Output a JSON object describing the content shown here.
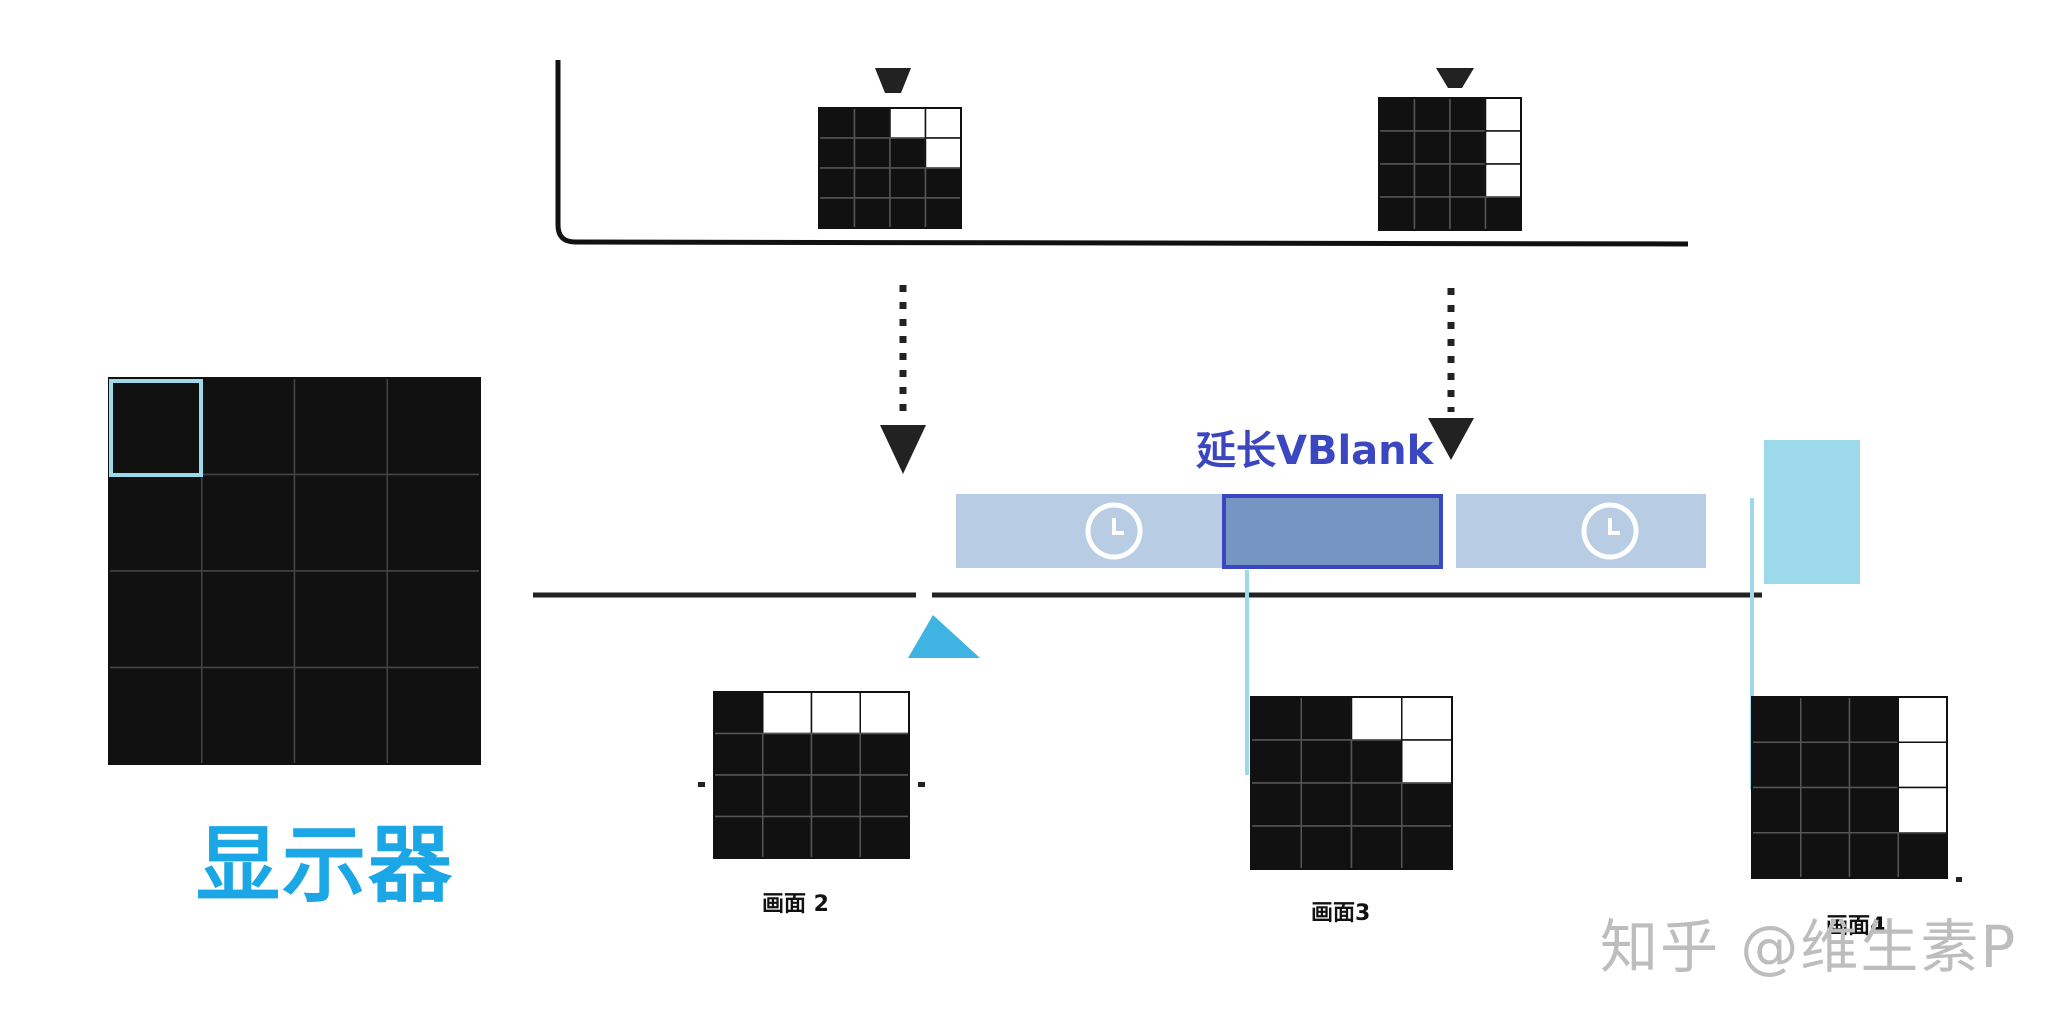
{
  "monitor": {
    "label": "显示器"
  },
  "vblank": {
    "label": "延长VBlank"
  },
  "frames": [
    {
      "label": "画面 2",
      "white_cells": [
        [
          0,
          1
        ],
        [
          0,
          2
        ],
        [
          0,
          3
        ]
      ]
    },
    {
      "label": "画面3",
      "white_cells": [
        [
          0,
          2
        ],
        [
          0,
          3
        ],
        [
          1,
          3
        ]
      ]
    },
    {
      "label": "画面4",
      "white_cells": [
        [
          0,
          3
        ],
        [
          1,
          3
        ],
        [
          2,
          3
        ]
      ]
    }
  ],
  "top_frames": [
    {
      "white_cells": [
        [
          0,
          2
        ],
        [
          0,
          3
        ],
        [
          1,
          3
        ]
      ]
    },
    {
      "white_cells": [
        [
          0,
          3
        ],
        [
          1,
          3
        ],
        [
          2,
          3
        ]
      ]
    }
  ],
  "watermark": {
    "text": "知乎 @维生素P"
  },
  "colors": {
    "cell_black": "#111111",
    "grid_line": "#555555",
    "timeline_bar": "#b8cde4",
    "vblank_fill": "#7596c2",
    "vblank_border": "#3b47c0",
    "highlight_blue": "#9cd9ea",
    "monitor_text": "#1ba6e6",
    "arrow_blue": "#3fb4e2"
  },
  "icons": [
    "clock-icon",
    "clock-icon"
  ]
}
